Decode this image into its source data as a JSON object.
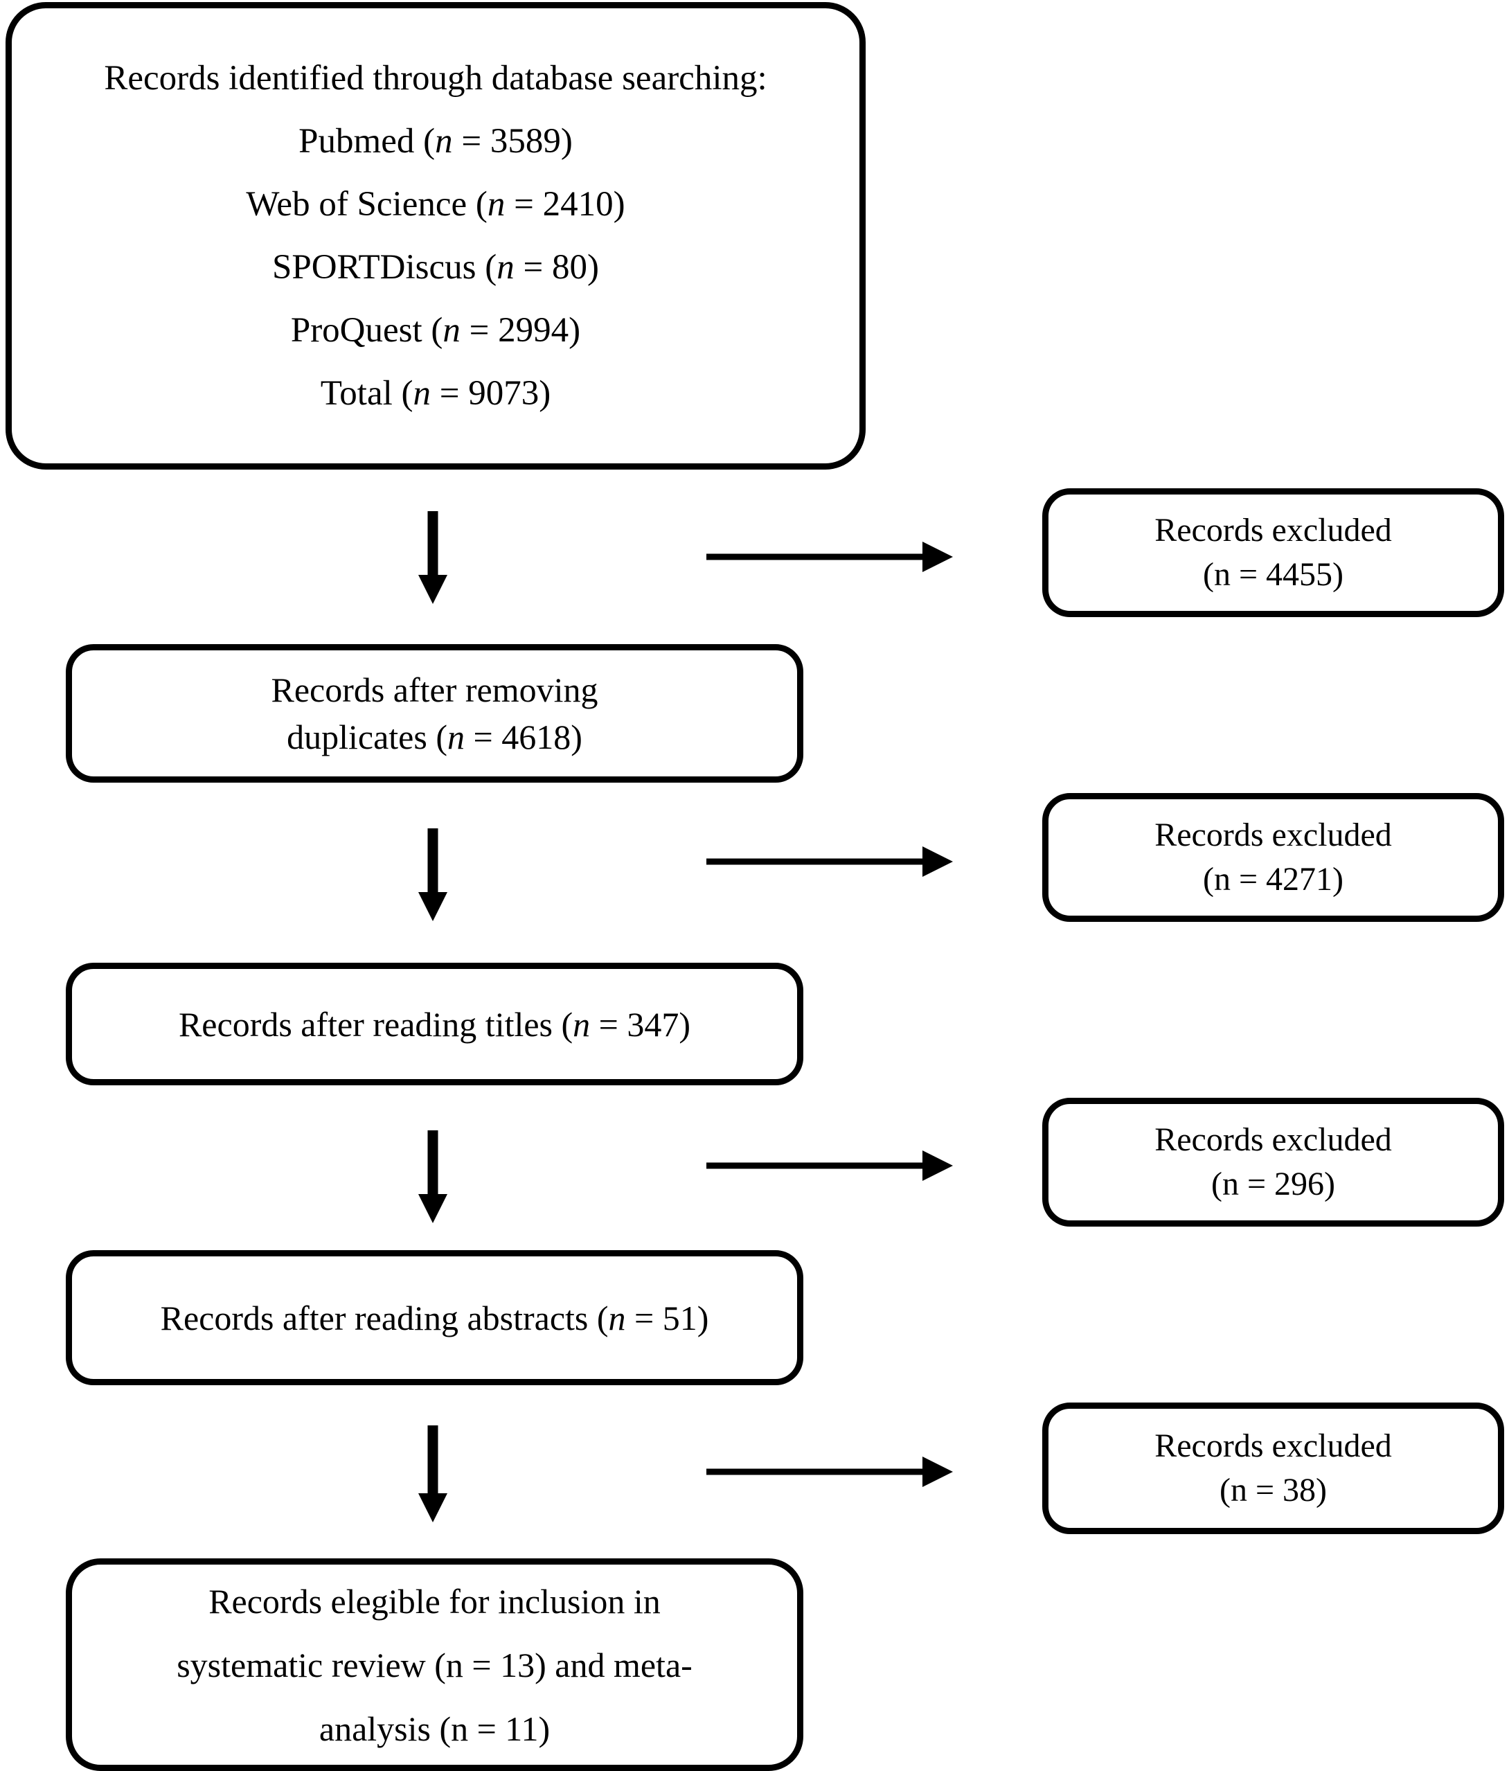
{
  "diagram": {
    "type": "prisma-flow-diagram",
    "identification_box": {
      "title": "Records identified through database searching:",
      "sources": [
        {
          "name": "Pubmed",
          "n_prefix": "(",
          "n_label": "n",
          "n_value": "3589",
          "text": "Pubmed (n = 3589)"
        },
        {
          "name": "Web of Science",
          "n_label": "n",
          "n_value": "2410",
          "text": "Web of Science (n = 2410)"
        },
        {
          "name": "SPORTDiscus",
          "n_label": "n",
          "n_value": "80",
          "text": "SPORTDiscus (n = 80)"
        },
        {
          "name": "ProQuest",
          "n_label": "n",
          "n_value": "2994",
          "text": "ProQuest (n = 2994)"
        },
        {
          "name": "Total",
          "n_label": "n",
          "n_value": "9073",
          "text": "Total (n = 9073)"
        }
      ]
    },
    "stages": [
      {
        "id": "after-duplicates",
        "line1": "Records after removing",
        "line2_pre": "duplicates (",
        "line2_n": "n",
        "line2_post": " = 4618)",
        "n_value": "4618"
      },
      {
        "id": "after-titles",
        "line1_pre": "Records after reading titles (",
        "line1_n": "n",
        "line1_post": " = 347)",
        "n_value": "347"
      },
      {
        "id": "after-abstracts",
        "line1_pre": "Records after reading abstracts (",
        "line1_n": "n",
        "line1_post": " = 51)",
        "n_value": "51"
      }
    ],
    "final_box": {
      "line1": "Records elegible for inclusion in",
      "line2": "systematic review (n = 13) and meta-",
      "line3": "analysis (n = 11)",
      "systematic_review_n": "13",
      "meta_analysis_n": "11"
    },
    "excluded_boxes": [
      {
        "id": "excluded-1",
        "label": "Records excluded",
        "count_text": "(n = 4455)",
        "n_value": "4455"
      },
      {
        "id": "excluded-2",
        "label": "Records excluded",
        "count_text": "(n = 4271)",
        "n_value": "4271"
      },
      {
        "id": "excluded-3",
        "label": "Records excluded",
        "count_text": "(n = 296)",
        "n_value": "296"
      },
      {
        "id": "excluded-4",
        "label": "Records excluded",
        "count_text": "(n = 38)",
        "n_value": "38"
      }
    ],
    "colors": {
      "stroke": "#000000",
      "fill": "#ffffff",
      "text": "#000000"
    }
  }
}
